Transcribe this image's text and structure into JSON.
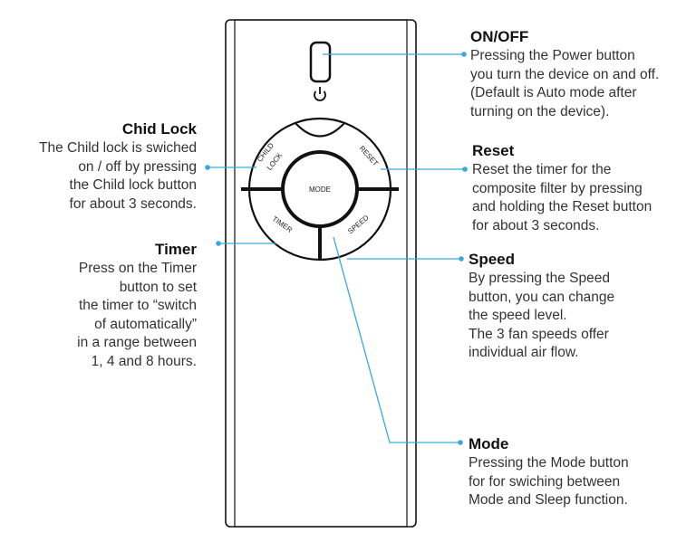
{
  "remote": {
    "mode_label": "MODE",
    "child_lock_label_line1": "CHILD",
    "child_lock_label_line2": "LOCK",
    "reset_label": "RESET",
    "timer_label": "TIMER",
    "speed_label": "SPEED",
    "power_icon": "power-icon"
  },
  "callouts": {
    "on_off": {
      "title": "ON/OFF",
      "body": "Pressing the Power button\nyou turn the device on and off.\n(Default is Auto mode after\nturning on the device)."
    },
    "child_lock": {
      "title": "Chid Lock",
      "body": "The Child lock is swiched\non / off by pressing\nthe Child lock button\nfor about 3 seconds."
    },
    "reset": {
      "title": "Reset",
      "body": "Reset the timer for the\ncomposite filter by pressing\nand holding the Reset button\nfor about 3 seconds."
    },
    "timer": {
      "title": "Timer",
      "body": "Press on the Timer\nbutton to set\nthe timer to “switch\nof automatically”\nin a range between\n1, 4 and 8 hours."
    },
    "speed": {
      "title": "Speed",
      "body": "By pressing the Speed\nbutton, you can change\nthe speed level.\nThe 3 fan speeds offer\nindividual air flow."
    },
    "mode": {
      "title": "Mode",
      "body": "Pressing the Mode button\nfor for swiching between\nMode and Sleep function."
    }
  },
  "colors": {
    "leader_line": "#3aa6dd",
    "outline": "#111111"
  }
}
